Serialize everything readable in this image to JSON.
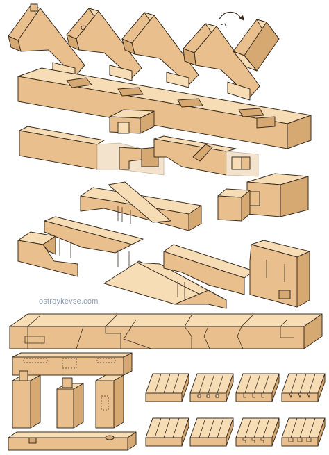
{
  "watermark": "ostroykevse.com",
  "colors": {
    "wood_top": "#f6ddb6",
    "wood_side": "#e9c08d",
    "wood_dark": "#d6a872",
    "wood_ghost": "#f3e2cc",
    "outline": "#3a2e22",
    "background": "#ffffff"
  },
  "groups": [
    {
      "name": "rafter-row",
      "count": 4
    },
    {
      "name": "beam-with-notches",
      "count": 1
    },
    {
      "name": "scarf-joint-exploded",
      "count": 2
    },
    {
      "name": "dowel-joints",
      "count": 4
    },
    {
      "name": "lap-joint-strip",
      "count": 5
    },
    {
      "name": "post-tenon-set",
      "count": 3
    },
    {
      "name": "board-joint-samples",
      "count": 8
    }
  ]
}
